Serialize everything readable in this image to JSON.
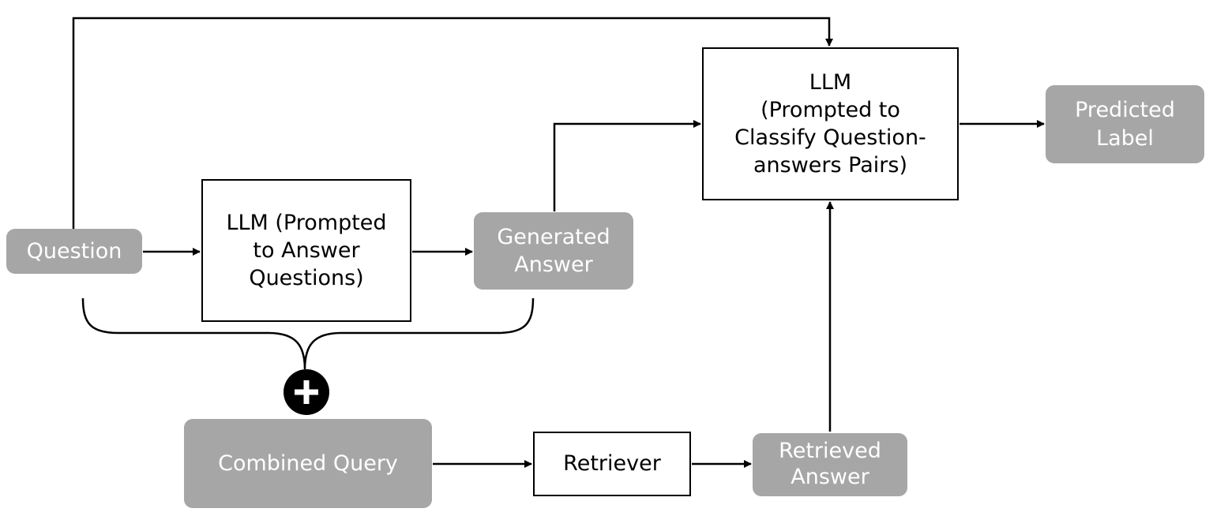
{
  "nodes": {
    "question": {
      "lines": [
        "Question"
      ]
    },
    "llm_answer": {
      "lines": [
        "LLM (Prompted",
        "to Answer",
        "Questions)"
      ]
    },
    "generated_answer": {
      "lines": [
        "Generated",
        "Answer"
      ]
    },
    "llm_classify": {
      "lines": [
        "LLM",
        "(Prompted to",
        "Classify Question-",
        "answers Pairs)"
      ]
    },
    "predicted_label": {
      "lines": [
        "Predicted",
        "Label"
      ]
    },
    "combined_query": {
      "lines": [
        "Combined Query"
      ]
    },
    "retriever": {
      "lines": [
        "Retriever"
      ]
    },
    "retrieved_answer": {
      "lines": [
        "Retrieved",
        "Answer"
      ]
    }
  },
  "colors": {
    "gray_fill": "#a6a6a6",
    "gray_text": "#ffffff",
    "line": "#000000"
  },
  "icons": {
    "plus": "plus-circle-icon"
  }
}
